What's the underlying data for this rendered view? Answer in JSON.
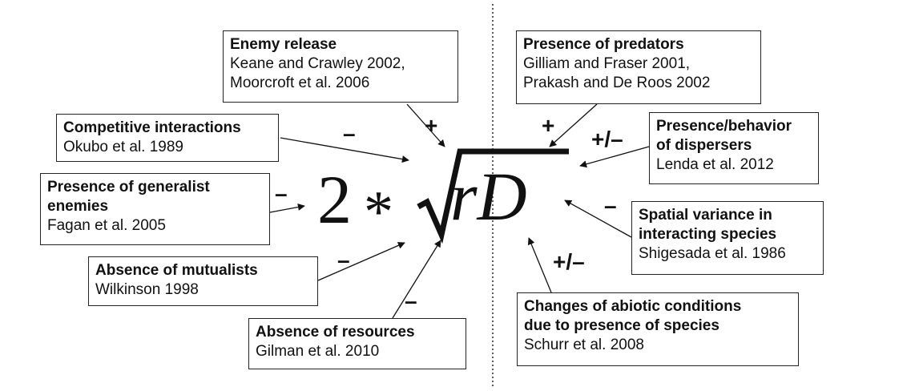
{
  "formula": {
    "coefficient": "2",
    "operator": "*",
    "radicand": "rD"
  },
  "factors": [
    {
      "id": "enemy-release",
      "title": "Enemy release",
      "refs": "Keane and Crawley 2002,\nMoorcroft et al. 2006",
      "sign": "+"
    },
    {
      "id": "competitive-interactions",
      "title": "Competitive interactions",
      "refs": "Okubo et al. 1989",
      "sign": "–"
    },
    {
      "id": "generalist-enemies",
      "title": "Presence of generalist\nenemies",
      "refs": "Fagan et al. 2005",
      "sign": "–"
    },
    {
      "id": "absence-mutualists",
      "title": "Absence of mutualists",
      "refs": "Wilkinson 1998",
      "sign": "–"
    },
    {
      "id": "absence-resources",
      "title": "Absence of resources",
      "refs": "Gilman et al. 2010",
      "sign": "–"
    },
    {
      "id": "presence-predators",
      "title": "Presence of predators",
      "refs": "Gilliam and Fraser 2001,\nPrakash and De Roos 2002",
      "sign": "+"
    },
    {
      "id": "dispersers",
      "title": "Presence/behavior\nof dispersers",
      "refs": "Lenda et al. 2012",
      "sign": "+/–"
    },
    {
      "id": "spatial-variance",
      "title": "Spatial variance in\ninteracting species",
      "refs": "Shigesada et al. 1986",
      "sign": "–"
    },
    {
      "id": "abiotic-conditions",
      "title": "Changes of abiotic conditions\ndue to presence of species",
      "refs": "Schurr et al. 2008",
      "sign": "+/–"
    }
  ]
}
